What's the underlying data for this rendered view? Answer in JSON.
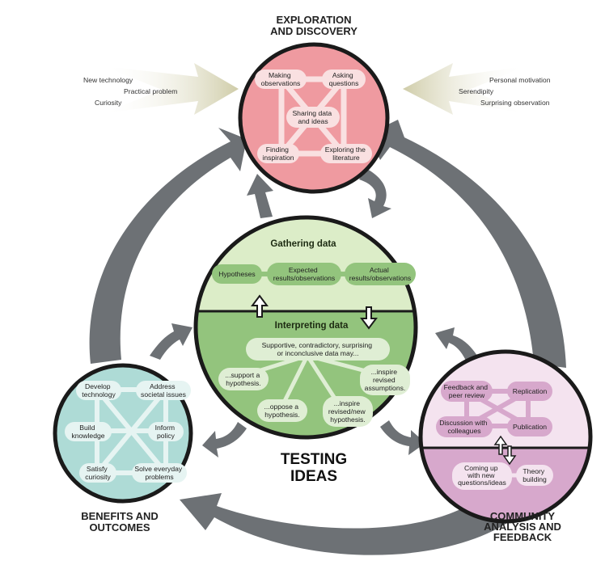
{
  "diagram": {
    "exploration": {
      "title_line1": "EXPLORATION",
      "title_line2": "AND DISCOVERY",
      "nodes": {
        "making_observations": [
          "Making",
          "observations"
        ],
        "asking_questions": [
          "Asking",
          "questions"
        ],
        "sharing_data": [
          "Sharing data",
          "and ideas"
        ],
        "finding_inspiration": [
          "Finding",
          "inspiration"
        ],
        "exploring_literature": [
          "Exploring the",
          "literature"
        ]
      },
      "left_inputs": [
        "New technology",
        "Practical problem",
        "Curiosity"
      ],
      "right_inputs": [
        "Personal motivation",
        "Serendipity",
        "Surprising observation"
      ]
    },
    "testing": {
      "title_line1": "TESTING",
      "title_line2": "IDEAS",
      "gathering": {
        "title": "Gathering data",
        "hypotheses": [
          "Hypotheses"
        ],
        "expected": [
          "Expected",
          "results/observations"
        ],
        "actual": [
          "Actual",
          "results/observations"
        ]
      },
      "interpreting": {
        "title": "Interpreting data",
        "center": [
          "Supportive, contradictory, surprising",
          "or inconclusive data may..."
        ],
        "support": [
          "...support a",
          "hypothesis."
        ],
        "oppose": [
          "...oppose a",
          "hypothesis."
        ],
        "inspire_new": [
          "...inspire",
          "revised/new",
          "hypothesis."
        ],
        "inspire_assumptions": [
          "...inspire",
          "revised",
          "assumptions."
        ]
      }
    },
    "benefits": {
      "title_line1": "BENEFITS AND",
      "title_line2": "OUTCOMES",
      "nodes": {
        "develop_technology": [
          "Develop",
          "technology"
        ],
        "address_issues": [
          "Address",
          "societal issues"
        ],
        "build_knowledge": [
          "Build",
          "knowledge"
        ],
        "inform_policy": [
          "Inform",
          "policy"
        ],
        "satisfy_curiosity": [
          "Satisfy",
          "curiosity"
        ],
        "solve_problems": [
          "Solve everyday",
          "problems"
        ]
      }
    },
    "community": {
      "title_line1": "COMMUNITY",
      "title_line2": "ANALYSIS AND",
      "title_line3": "FEEDBACK",
      "nodes": {
        "feedback_review": [
          "Feedback and",
          "peer review"
        ],
        "replication": [
          "Replication"
        ],
        "discussion": [
          "Discussion with",
          "colleagues"
        ],
        "publication": [
          "Publication"
        ],
        "new_questions": [
          "Coming up",
          "with new",
          "questions/ideas"
        ],
        "theory_building": [
          "Theory",
          "building"
        ]
      }
    },
    "colors": {
      "exploration_fill": "#ef9aa0",
      "exploration_node": "#f9e0e1",
      "gathering_fill": "#dcedc8",
      "gathering_node": "#93c47d",
      "interpreting_fill": "#93c47d",
      "interpreting_node": "#dfeed4",
      "benefits_fill": "#aedbd6",
      "benefits_node": "#e6f4f2",
      "community_top": "#f4e3ef",
      "community_bottom": "#d7a8cc",
      "community_node": "#d7a8cc",
      "arrow_gray": "#6d7175",
      "input_arrow": "#d3d0b4"
    }
  }
}
